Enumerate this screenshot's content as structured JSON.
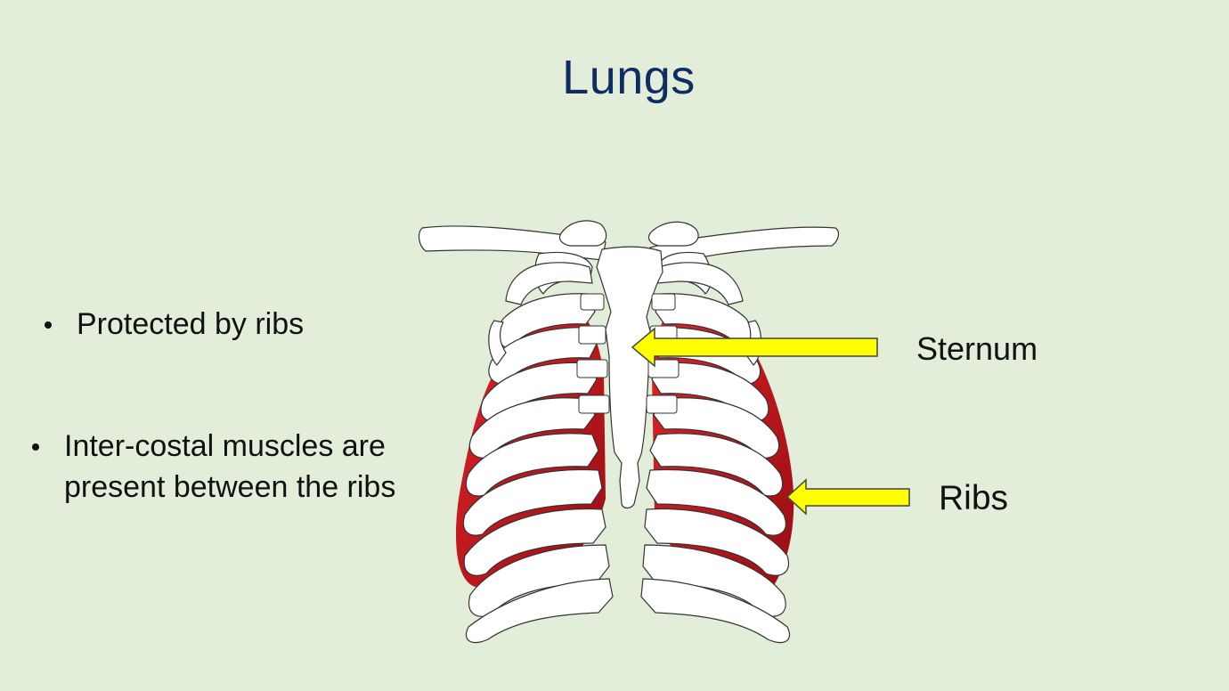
{
  "slide": {
    "title": "Lungs",
    "bullets": [
      "Protected by ribs",
      "Inter-costal muscles are present between the ribs"
    ],
    "bullet_lines": {
      "b2_line1": "Inter-costal muscles are",
      "b2_line2": "present between the ribs"
    }
  },
  "diagram": {
    "labels": {
      "sternum": "Sternum",
      "ribs": "Ribs"
    },
    "colors": {
      "background": "#e2eed9",
      "title": "#0f2c63",
      "bone": "#ffffff",
      "outline": "#333333",
      "lung": "#c4161c",
      "lung_dark": "#8e0c10",
      "arrow": "#ffff00"
    }
  }
}
